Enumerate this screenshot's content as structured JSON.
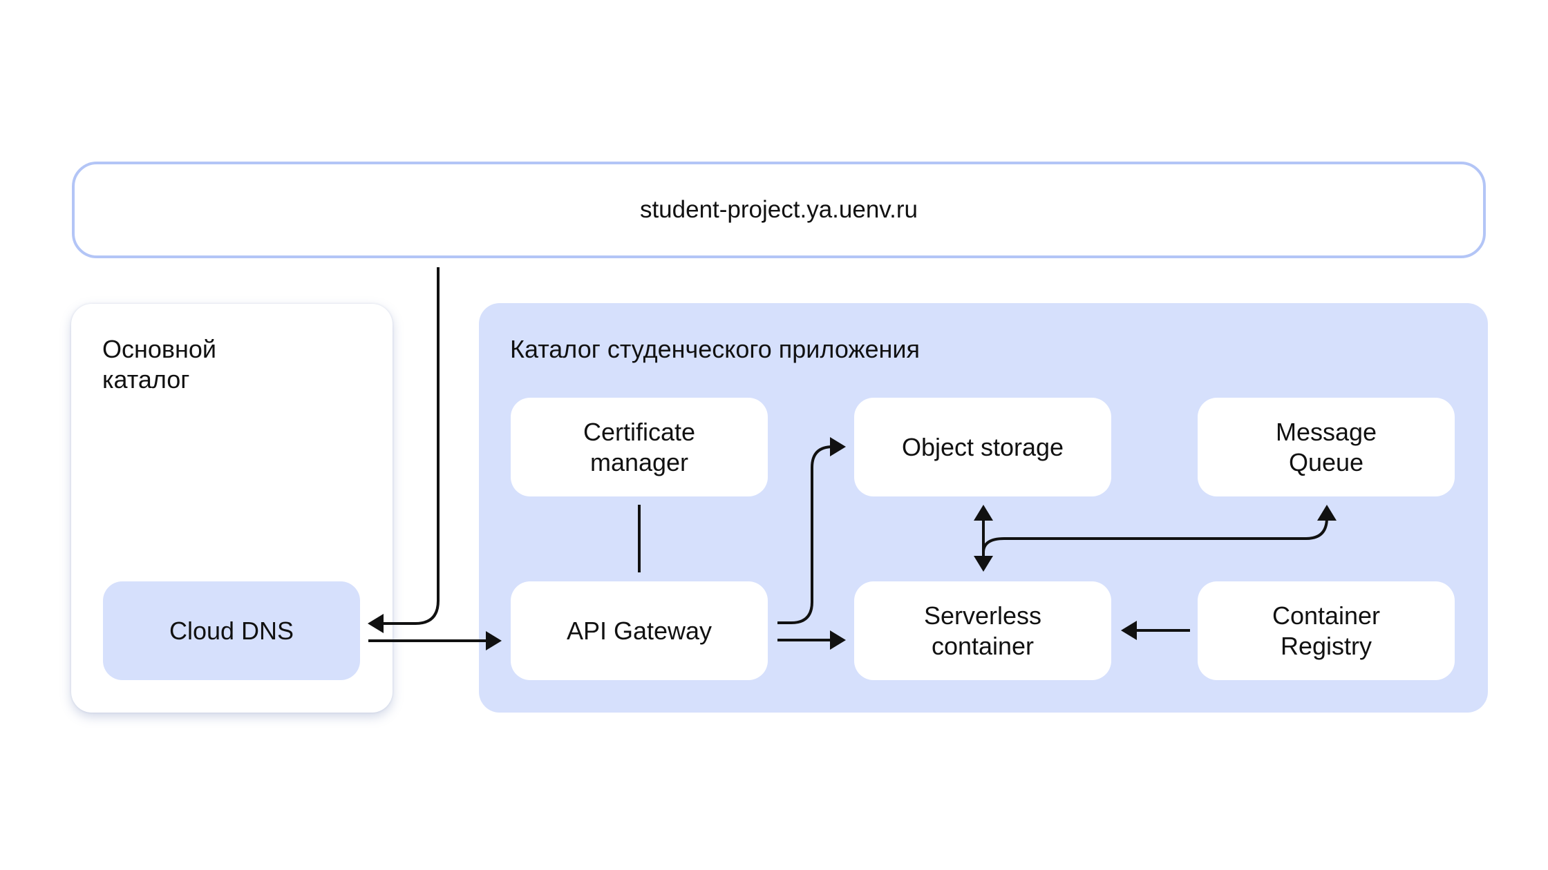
{
  "domain": "student-project.ya.uenv.ru",
  "main_folder": {
    "title": "Основной\nкаталог",
    "services": {
      "cloud_dns": "Cloud DNS"
    }
  },
  "app_folder": {
    "title": "Каталог студенческого приложения",
    "services": {
      "certificate_manager": "Certificate\nmanager",
      "object_storage": "Object storage",
      "message_queue": "Message\nQueue",
      "api_gateway": "API Gateway",
      "serverless_container": "Serverless\ncontainer",
      "container_registry": "Container\nRegistry"
    }
  },
  "colors": {
    "folder_fill": "#d6e0fc",
    "domain_border": "#b3c5f6",
    "line": "#111111"
  }
}
